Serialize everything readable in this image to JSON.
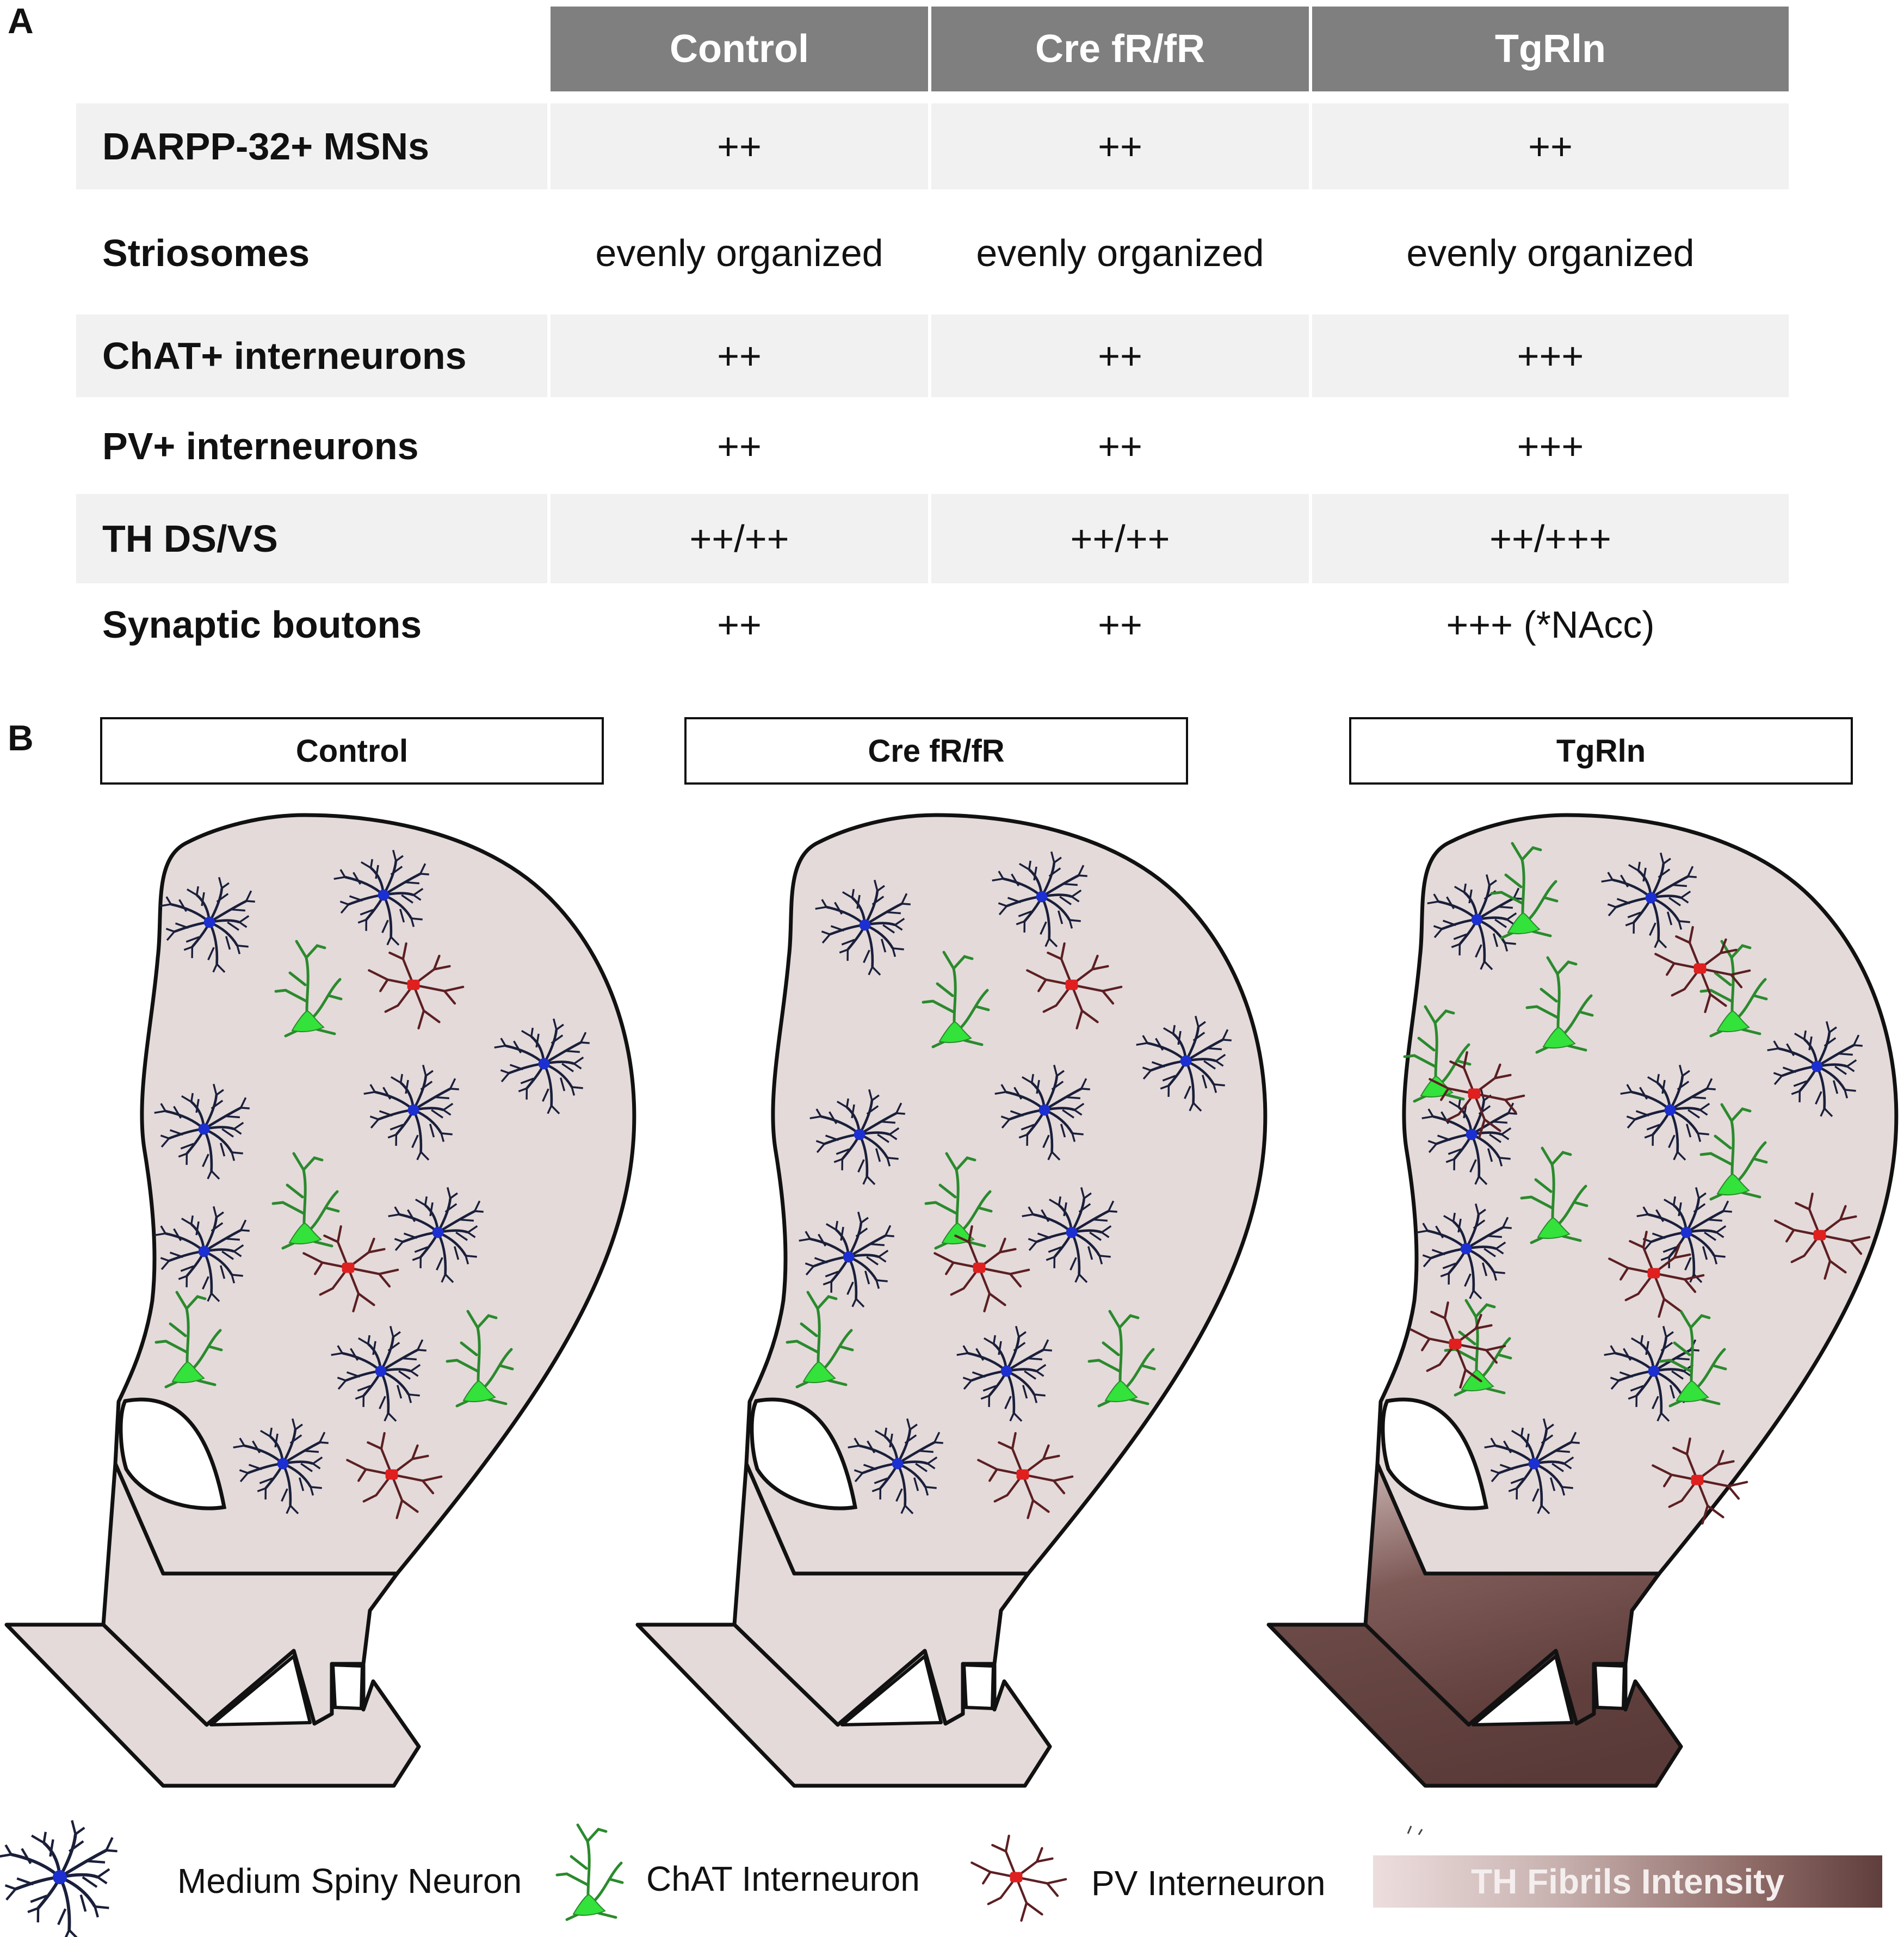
{
  "panel_a": {
    "label": "A",
    "columns": [
      "Control",
      "Cre fR/fR",
      "TgRln"
    ],
    "rows": [
      {
        "label": "DARPP-32+ MSNs",
        "values": [
          "++",
          "++",
          "++"
        ]
      },
      {
        "label": "Striosomes",
        "values": [
          "evenly organized",
          "evenly organized",
          "evenly organized"
        ]
      },
      {
        "label": "ChAT+ interneurons",
        "values": [
          "++",
          "++",
          "+++"
        ]
      },
      {
        "label": "PV+ interneurons",
        "values": [
          "++",
          "++",
          "+++"
        ]
      },
      {
        "label": "TH DS/VS",
        "values": [
          "++/++",
          "++/++",
          "++/+++"
        ]
      },
      {
        "label": "Synaptic boutons",
        "values": [
          "++",
          "++",
          "+++ (*NAcc)"
        ]
      }
    ]
  },
  "panel_b": {
    "label": "B",
    "titles": [
      "Control",
      "Cre fR/fR",
      "TgRln"
    ],
    "colors": {
      "tissue": "#e4dada",
      "th_dark": "#5f3e3c",
      "msn_body": "#1c2fd1",
      "msn_dendrite": "#1a1f3a",
      "chat": "#33e23a",
      "chat_dendrite": "#2b8a2d",
      "pv_body": "#e01f1f",
      "pv_dendrite": "#5c1f22"
    }
  },
  "legend": {
    "msn": "Medium Spiny Neuron",
    "chat": "ChAT Interneuron",
    "pv": "PV Interneuron",
    "th": "TH Fibrils Intensity"
  }
}
